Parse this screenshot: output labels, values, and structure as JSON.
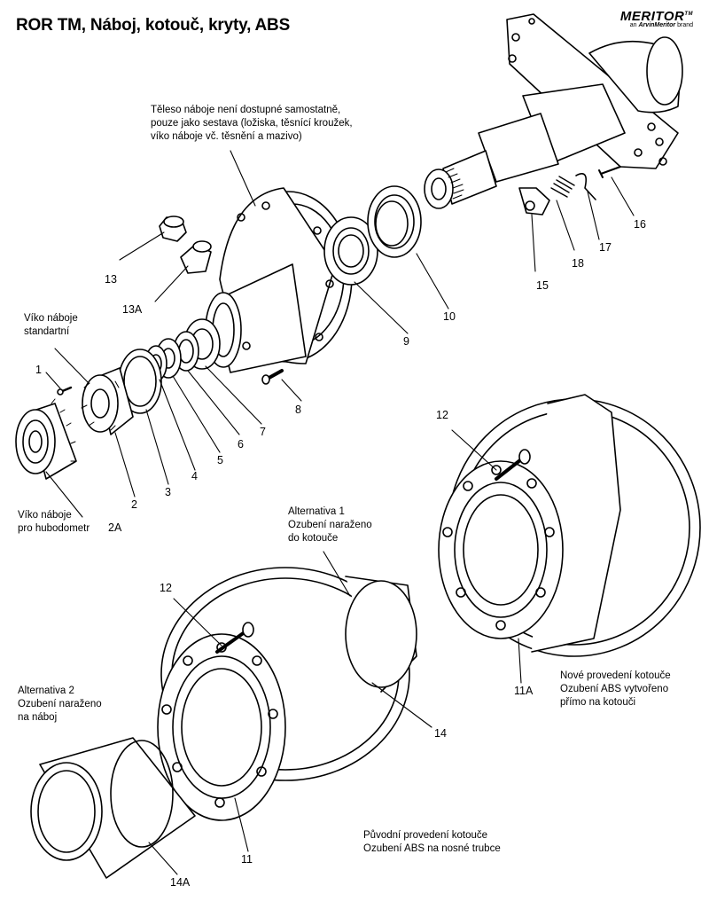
{
  "title": "ROR  TM, Náboj, kotouč, kryty, ABS",
  "brand": {
    "name": "MERITOR",
    "tm": "TM",
    "sub_prefix": "an",
    "sub_brand": "ArvinMeritor",
    "sub_suffix": "brand"
  },
  "notes": {
    "hub_body": [
      "Těleso náboje není dostupné samostatně,",
      "pouze jako sestava (ložiska, těsnící kroužek,",
      "víko náboje vč. těsnění a mazivo)"
    ],
    "cap_standard": [
      "Víko náboje",
      "standartní"
    ],
    "cap_odometer": [
      "Víko náboje",
      "pro hubodometr"
    ],
    "alt1": [
      "Alternativa 1",
      "Ozubení naraženo",
      "do kotouče"
    ],
    "alt2": [
      "Alternativa 2",
      "Ozubení naraženo",
      "na náboj"
    ],
    "new_disc": [
      "Nové provedení kotouče",
      "Ozubení ABS vytvořeno",
      "přímo na kotouči"
    ],
    "orig_disc": [
      "Původní provedení kotouče",
      "Ozubení ABS na nosné trubce"
    ]
  },
  "part_numbers": {
    "p1": "1",
    "p2": "2",
    "p2a": "2A",
    "p3": "3",
    "p4": "4",
    "p5": "5",
    "p6": "6",
    "p7": "7",
    "p8": "8",
    "p9": "9",
    "p10": "10",
    "p11": "11",
    "p11a": "11A",
    "p12a": "12",
    "p12b": "12",
    "p13": "13",
    "p13a": "13A",
    "p14": "14",
    "p14a": "14A",
    "p15": "15",
    "p16": "16",
    "p17": "17",
    "p18": "18"
  }
}
